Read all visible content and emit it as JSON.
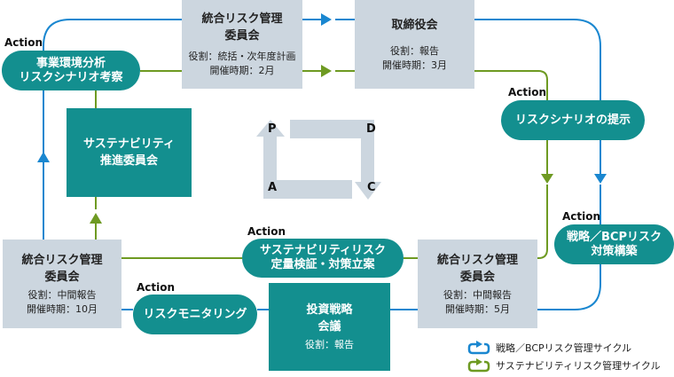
{
  "colors": {
    "blue_cycle": "#1a87d0",
    "green_cycle": "#6e9a22",
    "teal": "#138f8f",
    "gray_box": "#ccd6df"
  },
  "action_label": "Action",
  "top_committee": {
    "title_line1": "統合リスク管理",
    "title_line2": "委員会",
    "role": "役割：統括・次年度計画",
    "timing": "開催時期：2月"
  },
  "board": {
    "title": "取締役会",
    "role": "役割：報告",
    "timing": "開催時期：3月"
  },
  "right_committee": {
    "title_line1": "統合リスク管理",
    "title_line2": "委員会",
    "role": "役割：中間報告",
    "timing": "開催時期：5月"
  },
  "left_committee": {
    "title_line1": "統合リスク管理",
    "title_line2": "委員会",
    "role": "役割：中間報告",
    "timing": "開催時期：10月"
  },
  "sustainability_committee": {
    "line1": "サステナビリティ",
    "line2": "推進委員会"
  },
  "investment_meeting": {
    "line1": "投資戦略",
    "line2": "会議",
    "role": "役割：報告"
  },
  "actions": {
    "env_analysis": {
      "line1": "事業環境分析",
      "line2": "リスクシナリオ考察"
    },
    "scenario_presentation": {
      "line1": "リスクシナリオの提示"
    },
    "bcp_measures": {
      "line1": "戦略／BCPリスク",
      "line2": "対策構築"
    },
    "sustainability_verification": {
      "line1": "サステナビリティリスク",
      "line2": "定量検証・対策立案"
    },
    "risk_monitoring": {
      "line1": "リスクモニタリング"
    }
  },
  "pdca": {
    "p": "P",
    "d": "D",
    "c": "C",
    "a": "A"
  },
  "legend": [
    {
      "label": "戦略／BCPリスク管理サイクル",
      "color": "blue"
    },
    {
      "label": "サステナビリティリスク管理サイクル",
      "color": "green"
    }
  ]
}
